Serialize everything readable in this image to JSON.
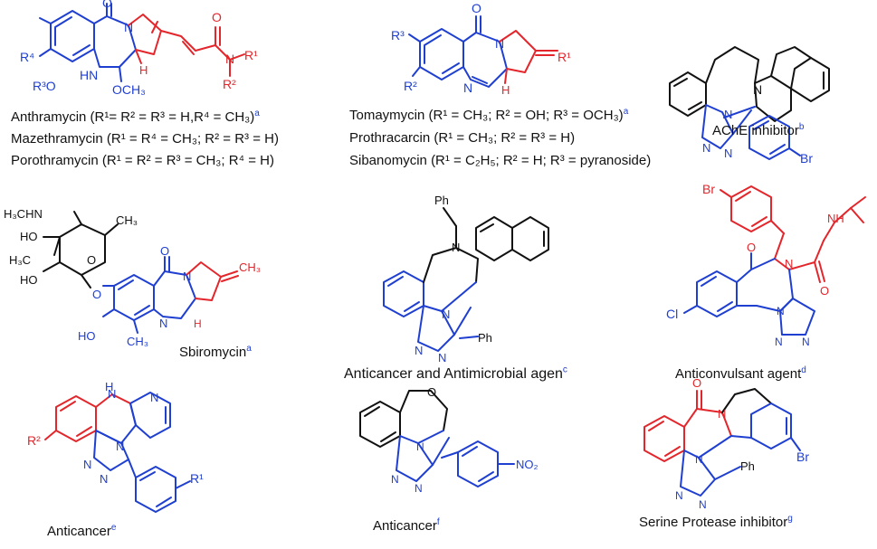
{
  "colors": {
    "blue": "#1f3fd1",
    "red": "#e3262b",
    "black": "#111111"
  },
  "captions": {
    "anthramycin": {
      "name": "Anthramycin",
      "sub": "(R¹= R² = R³ = H,R⁴ = CH₃)",
      "note": "a"
    },
    "mazethramycin": {
      "name": "Mazethramycin",
      "sub": "(R¹ = R⁴ = CH₃; R² = R³ = H)"
    },
    "porothramycin": {
      "name": "Porothramycin",
      "sub": "(R¹ = R² = R³ = CH₃; R⁴ = H)"
    },
    "tomaymycin": {
      "name": "Tomaymycin",
      "sub": "(R¹ = CH₃; R² = OH; R³ = OCH₃)",
      "note": "a"
    },
    "prothracarcin": {
      "name": "Prothracarcin",
      "sub": "(R¹ = CH₃; R² = R³ = H)"
    },
    "sibanomycin": {
      "name": "Sibanomycin",
      "sub": "(R¹ = C₂H₅; R² = H; R³ = pyranoside)"
    },
    "ache": {
      "name": "AChE inhibitor",
      "note": "b"
    },
    "sbiromycin": {
      "name": "Sbiromycin",
      "note": "a"
    },
    "anticancer_antimicrobial": {
      "name": "Anticancer and Antimicrobial agen",
      "note": "c"
    },
    "anticonvulsant": {
      "name": "Anticonvulsant agent",
      "note": "d"
    },
    "anticancer_e": {
      "name": "Anticancer",
      "note": "e"
    },
    "anticancer_f": {
      "name": "Anticancer",
      "note": "f"
    },
    "serine": {
      "name": "Serine Protease inhibitor",
      "note": "g"
    }
  },
  "atoms": {
    "O": "O",
    "N": "N",
    "H": "H",
    "HN": "HN",
    "NH": "NH",
    "R": "R",
    "R1": "R¹",
    "R2": "R²",
    "R3": "R³",
    "R4": "R⁴",
    "R3O": "R³O",
    "OCH3": "OCH₃",
    "CH3": "CH₃",
    "H3CHN": "H₃CHN",
    "HO": "HO",
    "H3C": "H₃C",
    "Br": "Br",
    "Cl": "Cl",
    "Ph": "Ph",
    "NO2": "NO₂",
    "sup1": "1",
    "sup2": "2",
    "sup3": "3",
    "sup4": "4"
  }
}
